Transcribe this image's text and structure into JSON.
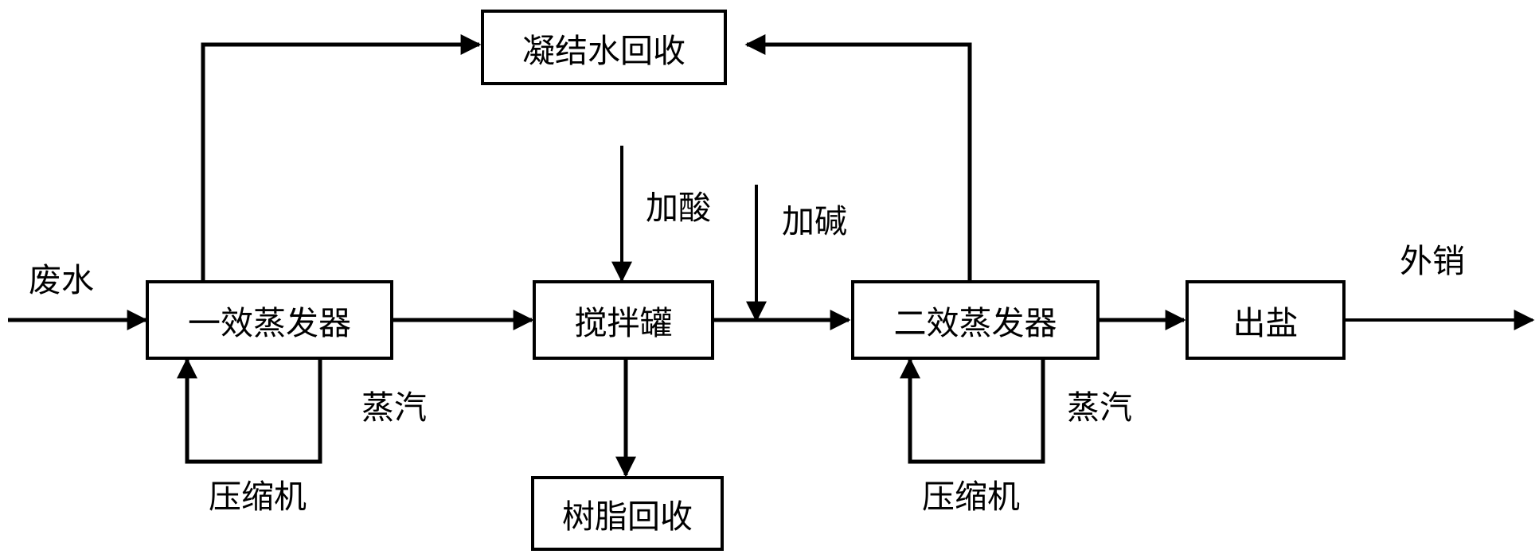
{
  "nodes": {
    "condensate_recovery": "凝结水回收",
    "first_effect_evaporator": "一效蒸发器",
    "stirring_tank": "搅拌罐",
    "second_effect_evaporator": "二效蒸发器",
    "salt_output": "出盐",
    "resin_recovery": "树脂回收"
  },
  "labels": {
    "wastewater": "废水",
    "add_acid": "加酸",
    "add_alkali": "加碱",
    "external_sale": "外销",
    "steam_1": "蒸汽",
    "compressor_1": "压缩机",
    "steam_2": "蒸汽",
    "compressor_2": "压缩机"
  },
  "colors": {
    "line": "#000000",
    "background": "#ffffff"
  }
}
